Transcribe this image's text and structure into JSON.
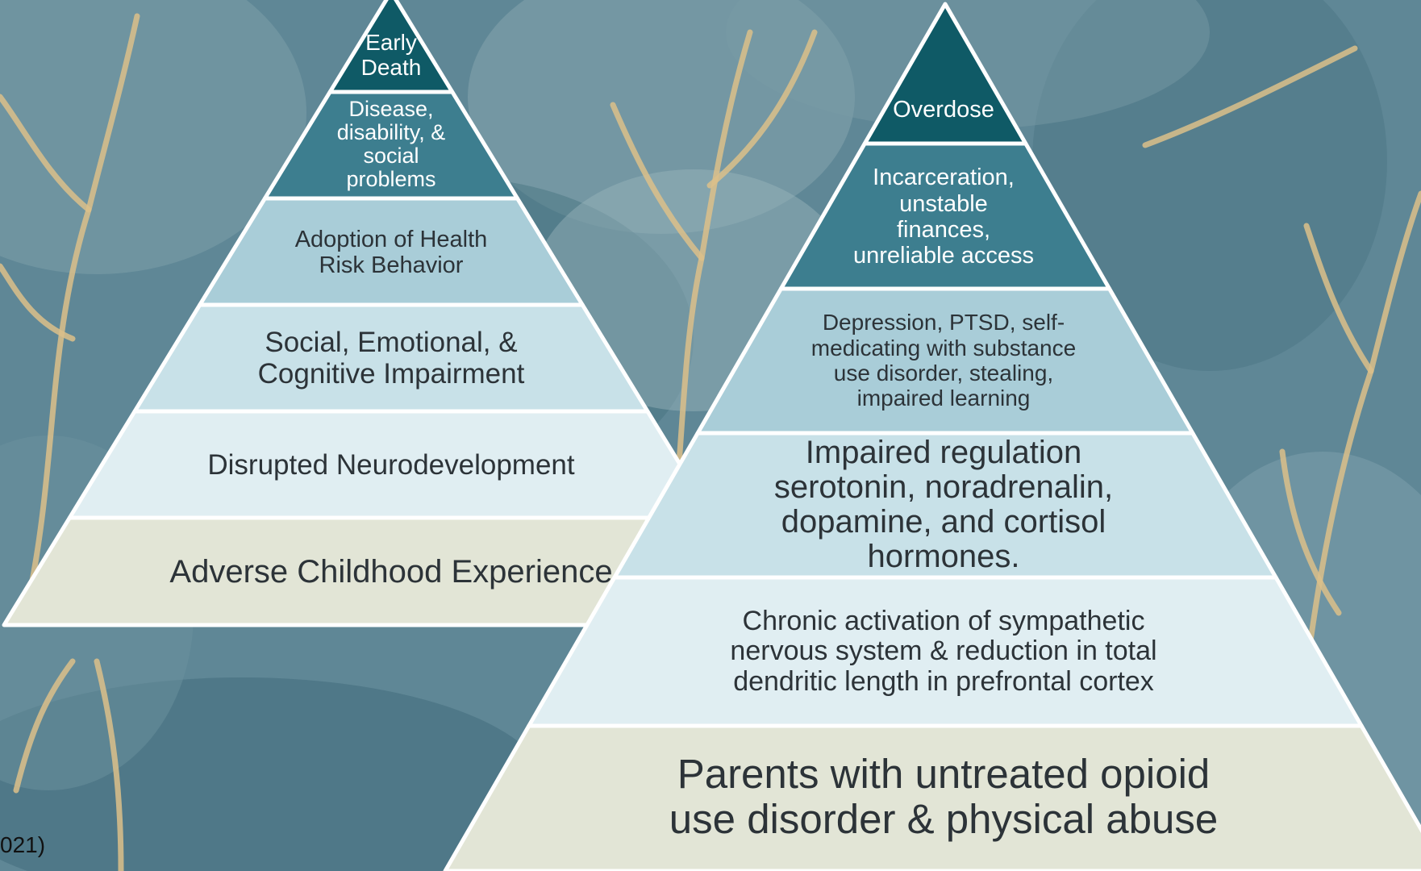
{
  "colors": {
    "background": "#5f8796",
    "tier_darkest": "#0f5a66",
    "tier_dark": "#3d7e8f",
    "tier_mid": "#a9cdd8",
    "tier_light": "#c8e1e8",
    "tier_lighter": "#e0eef2",
    "tier_base": "#e2e5d6",
    "branch_gold": "#dcc08a",
    "divider": "#ffffff"
  },
  "left_pyramid": {
    "tiers": [
      {
        "label": "Early\nDeath"
      },
      {
        "label": "Disease,\ndisability, &\nsocial\nproblems"
      },
      {
        "label": "Adoption of Health\nRisk Behavior"
      },
      {
        "label": "Social, Emotional, &\nCognitive Impairment"
      },
      {
        "label": "Disrupted Neurodevelopment"
      },
      {
        "label": "Adverse Childhood Experience"
      }
    ]
  },
  "right_pyramid": {
    "tiers": [
      {
        "label": "Overdose"
      },
      {
        "label": "Incarceration,\nunstable\nfinances,\nunreliable access"
      },
      {
        "label": "Depression, PTSD, self-\nmedicating with substance\nuse disorder, stealing,\nimpaired learning"
      },
      {
        "label": "Impaired regulation\nserotonin, noradrenalin,\ndopamine, and cortisol\nhormones."
      },
      {
        "label": "Chronic activation of sympathetic\nnervous system & reduction in total\ndendritic length in prefrontal cortex"
      },
      {
        "label": "Parents with untreated opioid\nuse disorder & physical abuse"
      }
    ]
  },
  "citation": "021)"
}
